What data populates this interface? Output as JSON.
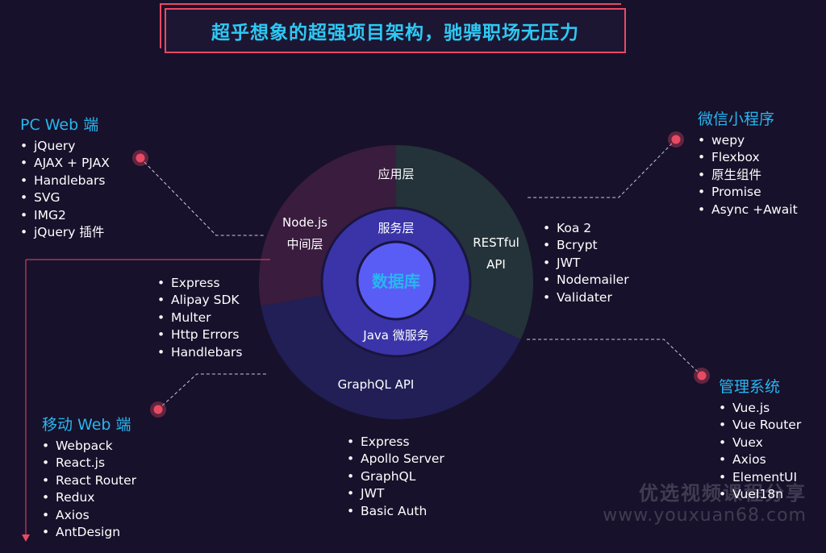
{
  "title": "超乎想象的超强项目架构，驰骋职场无压力",
  "ring": {
    "app_layer": "应用层",
    "nodejs_line1": "Node.js",
    "nodejs_line2": "中间层",
    "restful_line1": "RESTful",
    "restful_line2": "API",
    "graphql": "GraphQL API",
    "service_layer": "服务层",
    "java": "Java 微服务",
    "database": "数据库"
  },
  "pc_web": {
    "title": "PC Web 端",
    "items": [
      "jQuery",
      "AJAX + PJAX",
      "Handlebars",
      "SVG",
      "IMG2",
      "jQuery 插件"
    ]
  },
  "node_stack": {
    "items": [
      "Express",
      "Alipay SDK",
      "Multer",
      "Http Errors",
      "Handlebars"
    ]
  },
  "mobile_web": {
    "title": "移动 Web 端",
    "items": [
      "Webpack",
      "React.js",
      "React Router",
      "Redux",
      "Axios",
      "AntDesign"
    ]
  },
  "graphql_stack": {
    "items": [
      "Express",
      "Apollo Server",
      "GraphQL",
      "JWT",
      "Basic Auth"
    ]
  },
  "wechat": {
    "title": "微信小程序",
    "items": [
      "wepy",
      "Flexbox",
      "原生组件",
      "Promise",
      "Async +Await"
    ]
  },
  "restful_stack": {
    "items": [
      "Koa 2",
      "Bcrypt",
      "JWT",
      "Nodemailer",
      "Validater"
    ]
  },
  "admin": {
    "title": "管理系统",
    "items": [
      "Vue.js",
      "Vue Router",
      "Vuex",
      "Axios",
      "ElementUI",
      "VueI18n"
    ]
  },
  "watermark": {
    "line1": "优选视频课程分享",
    "line2": "www.youxuan68.com"
  },
  "colors": {
    "background": "#17112b",
    "accent_red": "#e84a63",
    "heading_blue": "#29b6ef",
    "segment_app": "#3a1c3f",
    "segment_restful": "#233339",
    "segment_graphql": "#211f56",
    "inner_ring": "#3a34a8",
    "center": "#5a5cf6"
  }
}
